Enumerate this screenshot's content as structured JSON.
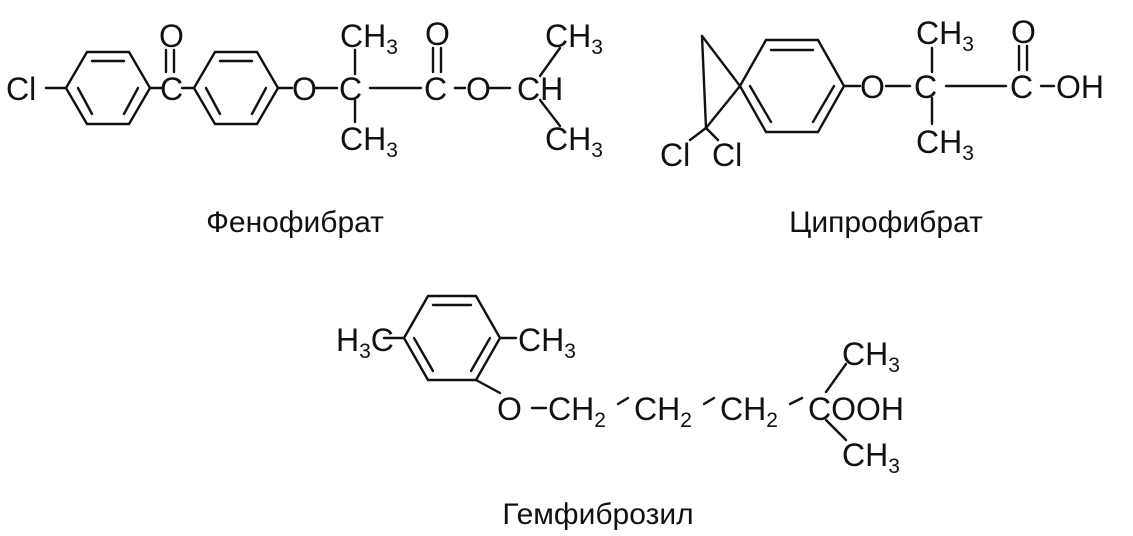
{
  "molecules": {
    "fenofibrate": {
      "name": "Фенофибрат",
      "atoms": {
        "cl": "Cl",
        "o_keto": "O",
        "c_keto": "C",
        "o_ether": "O",
        "c_quat": "C",
        "me_top": "CH",
        "me_top_sub": "3",
        "me_bot": "CH",
        "me_bot_sub": "3",
        "o_carbonyl": "O",
        "c_carbonyl": "C",
        "o_ester": "O",
        "c_ipr": "CH",
        "me_ipr_top": "CH",
        "me_ipr_top_sub": "3",
        "me_ipr_bot": "CH",
        "me_ipr_bot_sub": "3"
      }
    },
    "ciprofibrate": {
      "name": "Ципрофибрат",
      "atoms": {
        "cl1": "Cl",
        "cl2": "Cl",
        "o_ether": "O",
        "c_quat": "C",
        "me_top": "CH",
        "me_top_sub": "3",
        "me_bot": "CH",
        "me_bot_sub": "3",
        "o_carbonyl": "O",
        "c_acid": "C",
        "oh": "OH"
      }
    },
    "gemfibrozil": {
      "name": "Гемфиброзил",
      "atoms": {
        "me_left_h": "H",
        "me_left_sub": "3",
        "me_left_c": "C",
        "me_right": "CH",
        "me_right_sub": "3",
        "o_ether": "O",
        "ch2_1": "CH",
        "ch2_1_sub": "2",
        "ch2_2": "CH",
        "ch2_2_sub": "2",
        "ch2_3": "CH",
        "ch2_3_sub": "2",
        "c_cooh": "COOH",
        "me_top": "CH",
        "me_top_sub": "3",
        "me_bot": "CH",
        "me_bot_sub": "3"
      }
    }
  }
}
